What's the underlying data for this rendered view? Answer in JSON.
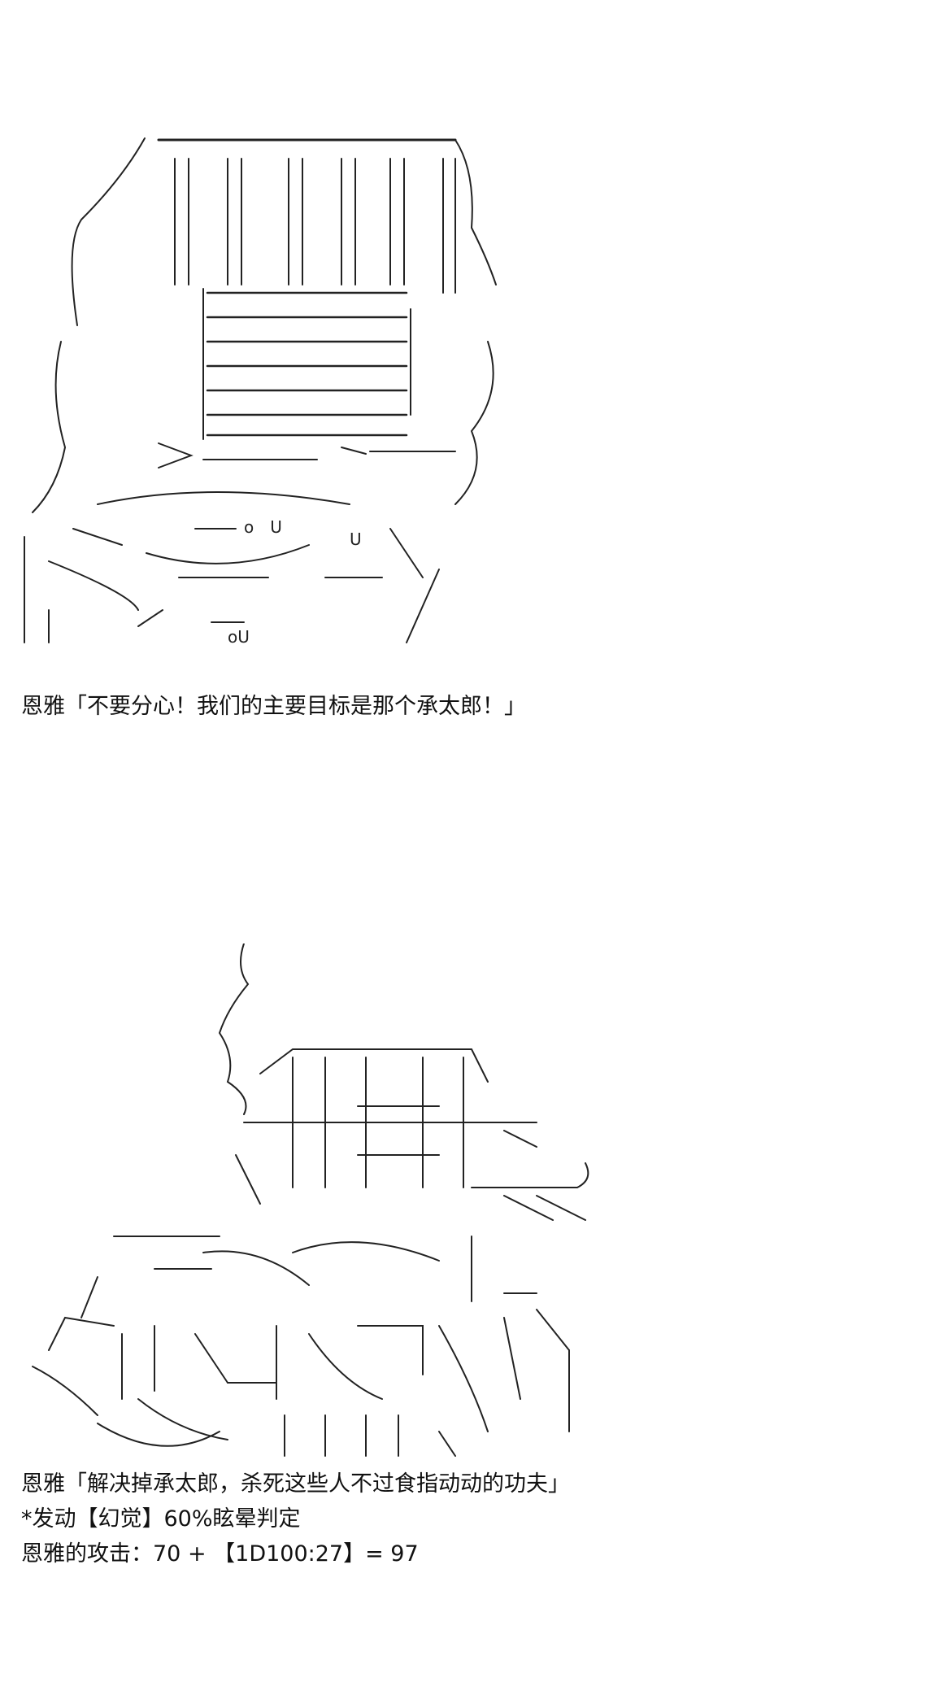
{
  "dialogue": [
    "恩雅「不要分心！我们的主要目标是那个承太郎！」",
    "恩雅「解决掉承太郎，杀死这些人不过食指动动的功夫」"
  ],
  "roll": {
    "ability": "*发动【幻觉】60%眩晕判定",
    "attack": "恩雅的攻击：70 + 【1D100:27】= 97"
  }
}
